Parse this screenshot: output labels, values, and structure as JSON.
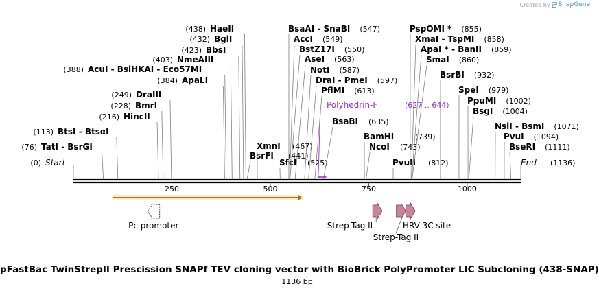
{
  "watermark": {
    "prefix": "Created by",
    "brand": "SnapGene"
  },
  "map": {
    "title": "pFastBac TwinStrepII Prescission SNAPf TEV cloning vector with BioBrick PolyPromoter LIC Subcloning (438-SNAP)",
    "length_label": "1136 bp",
    "length": 1136,
    "ticks": [
      {
        "value": 250,
        "label": "250"
      },
      {
        "value": 500,
        "label": "500"
      },
      {
        "value": 750,
        "label": "750"
      },
      {
        "value": 1000,
        "label": "1000"
      }
    ],
    "sites": [
      {
        "name": "Start",
        "pos": 0,
        "label": "(0)",
        "italic": true
      },
      {
        "name": "TatI  -  BsrGI",
        "pos": 76,
        "label": "(76)"
      },
      {
        "name": "BtsI  -  BtsαI",
        "pos": 113,
        "label": "(113)"
      },
      {
        "name": "HincII",
        "pos": 216,
        "label": "(216)"
      },
      {
        "name": "BmrI",
        "pos": 228,
        "label": "(228)"
      },
      {
        "name": "DraIII",
        "pos": 249,
        "label": "(249)"
      },
      {
        "name": "ApaLI",
        "pos": 384,
        "label": "(384)"
      },
      {
        "name": "AcuI  -  BsiHKAI  -  Eco57MI",
        "pos": 388,
        "label": "(388)"
      },
      {
        "name": "NmeAIII",
        "pos": 403,
        "label": "(403)"
      },
      {
        "name": "BbsI",
        "pos": 423,
        "label": "(423)"
      },
      {
        "name": "BglI",
        "pos": 432,
        "label": "(432)"
      },
      {
        "name": "HaeII",
        "pos": 438,
        "label": "(438)"
      },
      {
        "name": "BsrFI",
        "pos": 441,
        "label": "(441)"
      },
      {
        "name": "XmnI",
        "pos": 467,
        "label": "(467)"
      },
      {
        "name": "SfcI",
        "pos": 525,
        "label": "(525)"
      },
      {
        "name": "BsaAI  -  SnaBI",
        "pos": 547,
        "label": "(547)"
      },
      {
        "name": "AccI",
        "pos": 549,
        "label": "(549)"
      },
      {
        "name": "BstZ17I",
        "pos": 550,
        "label": "(550)"
      },
      {
        "name": "AseI",
        "pos": 563,
        "label": "(563)"
      },
      {
        "name": "NotI",
        "pos": 587,
        "label": "(587)"
      },
      {
        "name": "DraI  -  PmeI",
        "pos": 597,
        "label": "(597)"
      },
      {
        "name": "PflMI",
        "pos": 613,
        "label": "(613)"
      },
      {
        "name": "BsaBI",
        "pos": 635,
        "label": "(635)"
      },
      {
        "name": "BamHI",
        "pos": 739,
        "label": "(739)"
      },
      {
        "name": "NcoI",
        "pos": 743,
        "label": "(743)"
      },
      {
        "name": "PvuII",
        "pos": 812,
        "label": "(812)"
      },
      {
        "name": "SmaI",
        "pos": 860,
        "label": "(860)"
      },
      {
        "name": "ApaI *  -  BanII",
        "pos": 859,
        "label": "(859)"
      },
      {
        "name": "XmaI  -  TspMI",
        "pos": 858,
        "label": "(858)"
      },
      {
        "name": "PspOMI *",
        "pos": 855,
        "label": "(855)"
      },
      {
        "name": "BsrBI",
        "pos": 932,
        "label": "(932)"
      },
      {
        "name": "SpeI",
        "pos": 979,
        "label": "(979)"
      },
      {
        "name": "PpuMI",
        "pos": 1002,
        "label": "(1002)"
      },
      {
        "name": "BsgI",
        "pos": 1004,
        "label": "(1004)"
      },
      {
        "name": "NsiI  -  BsmI",
        "pos": 1071,
        "label": "(1071)"
      },
      {
        "name": "PvuI",
        "pos": 1094,
        "label": "(1094)"
      },
      {
        "name": "BseRI",
        "pos": 1111,
        "label": "(1111)"
      },
      {
        "name": "End",
        "pos": 1136,
        "label": "(1136)",
        "italic": true
      }
    ],
    "primer": {
      "name": "Polyhedrin-F",
      "range": "(627 .. 644)",
      "start": 627,
      "end": 644,
      "color": "#9b30d9"
    },
    "features": [
      {
        "name": "Pc promoter",
        "start": 100,
        "end": 580,
        "type": "bar",
        "color": "#f5a623"
      },
      {
        "name": "Pc promoter",
        "start": 188,
        "end": 219,
        "type": "outline-arrow"
      },
      {
        "name": "Strep-Tag II",
        "start": 760,
        "end": 784,
        "type": "arrow",
        "color": "#c9849c"
      },
      {
        "name": "Strep-Tag II",
        "start": 820,
        "end": 844,
        "type": "arrow",
        "color": "#c9849c"
      },
      {
        "name": "HRV 3C site",
        "start": 844,
        "end": 868,
        "type": "arrow",
        "color": "#c9849c"
      }
    ],
    "colors": {
      "backbone": "#000000",
      "tick": "#555555",
      "leader": "#808080"
    }
  }
}
